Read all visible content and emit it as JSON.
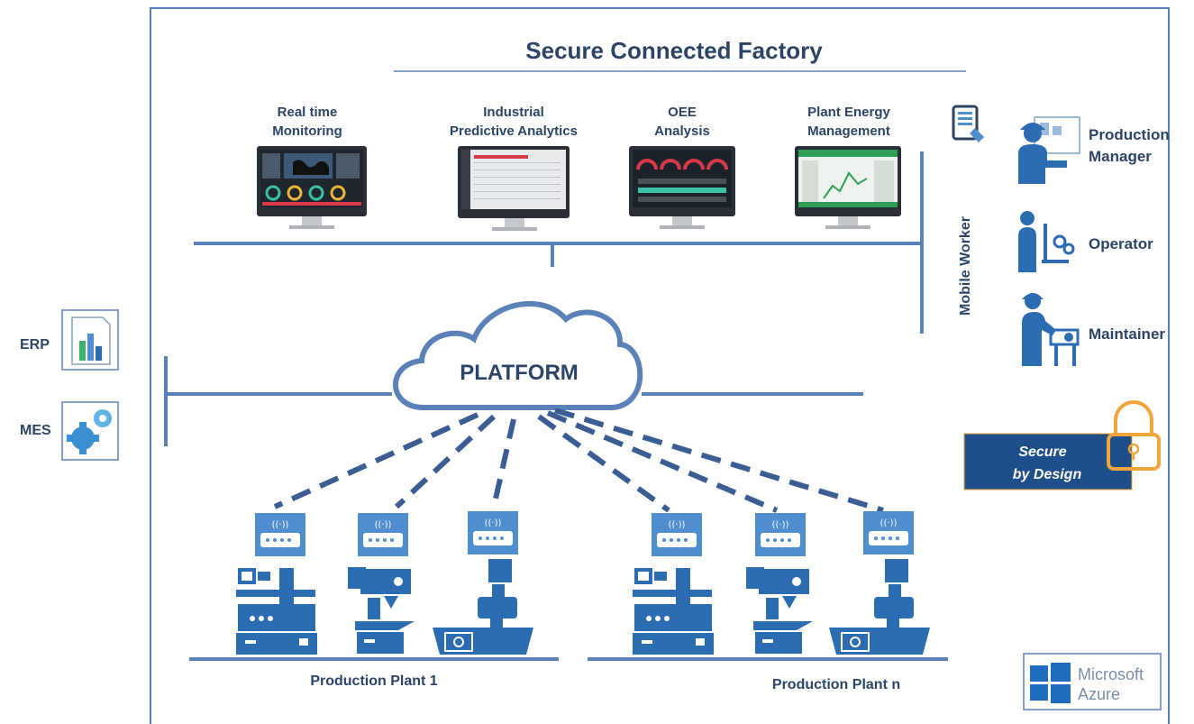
{
  "title": "Secure Connected Factory",
  "apps": [
    {
      "line1": "Real time",
      "line2": "Monitoring",
      "icon": "monitor-icon"
    },
    {
      "line1": "Industrial",
      "line2": "Predictive Analytics",
      "icon": "monitor-icon"
    },
    {
      "line1": "OEE",
      "line2": "Analysis",
      "icon": "monitor-icon"
    },
    {
      "line1": "Plant Energy",
      "line2": "Management",
      "icon": "monitor-icon"
    }
  ],
  "mobile_worker": "Mobile Worker",
  "roles": [
    {
      "line1": "Production",
      "line2": "Manager",
      "icon": "production-manager-icon"
    },
    {
      "line1": "Operator",
      "line2": "",
      "icon": "operator-icon"
    },
    {
      "line1": "Maintainer",
      "line2": "",
      "icon": "maintainer-icon"
    }
  ],
  "platform": "PLATFORM",
  "erp": "ERP",
  "mes": "MES",
  "secure": {
    "line1": "Secure",
    "line2": "by Design"
  },
  "plants": [
    "Production Plant 1",
    "Production Plant n"
  ],
  "azure": {
    "line1": "Microsoft",
    "line2": "Azure"
  },
  "colors": {
    "dark_blue": "#2c4466",
    "line_blue": "#5b82b8",
    "machine_blue": "#2b6cb3",
    "secure_bg": "#1f4f8a",
    "lock_orange": "#f0a43a"
  }
}
